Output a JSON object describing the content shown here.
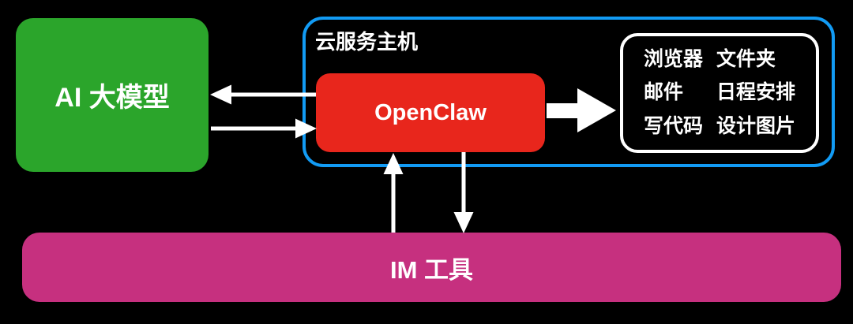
{
  "colors": {
    "background": "#000000",
    "ai_model": "#2BA52B",
    "openclaw": "#E8261C",
    "im_tool": "#C6307F",
    "cloud_border": "#129BF4",
    "text": "#FFFFFF",
    "arrow": "#FFFFFF"
  },
  "nodes": {
    "ai_model": {
      "label": "AI 大模型"
    },
    "cloud_host": {
      "label": "云服务主机"
    },
    "openclaw": {
      "label": "OpenClaw"
    },
    "capabilities": {
      "items": [
        "浏览器",
        "文件夹",
        "邮件",
        "日程安排",
        "写代码",
        "设计图片"
      ]
    },
    "im_tool": {
      "label": "IM 工具"
    }
  }
}
